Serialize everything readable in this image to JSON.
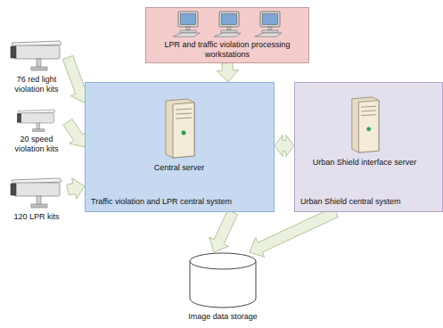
{
  "diagram": {
    "nodes": [
      {
        "text": [
          "LPR and traffic violation processing workstations"
        ]
      },
      {
        "text": [
          "76 red light violation kits"
        ]
      },
      {
        "text": [
          "20 speed violation kits"
        ]
      },
      {
        "text": [
          "120 LPR kits"
        ]
      },
      {
        "text": [
          "Traffic violation and LPR central system"
        ]
      },
      {
        "text": [
          "Central server"
        ],
        "in": 4
      },
      {
        "text": [
          "Urban Shield central system"
        ]
      },
      {
        "text": [
          "Urban Shield interface server"
        ],
        "in": 6
      },
      {
        "text": [
          "Image data storage"
        ]
      }
    ],
    "edges": [
      {
        "from": 1,
        "to": 4,
        "arrow": "to"
      },
      {
        "from": 2,
        "to": 4,
        "arrow": "to"
      },
      {
        "from": 3,
        "to": 4,
        "arrow": "to"
      },
      {
        "from": 0,
        "to": 4,
        "arrow": "to"
      },
      {
        "from": 4,
        "to": 6,
        "arrow": "both"
      },
      {
        "from": 4,
        "to": 8,
        "arrow": "to"
      },
      {
        "from": 6,
        "to": 8,
        "arrow": "to"
      }
    ]
  }
}
